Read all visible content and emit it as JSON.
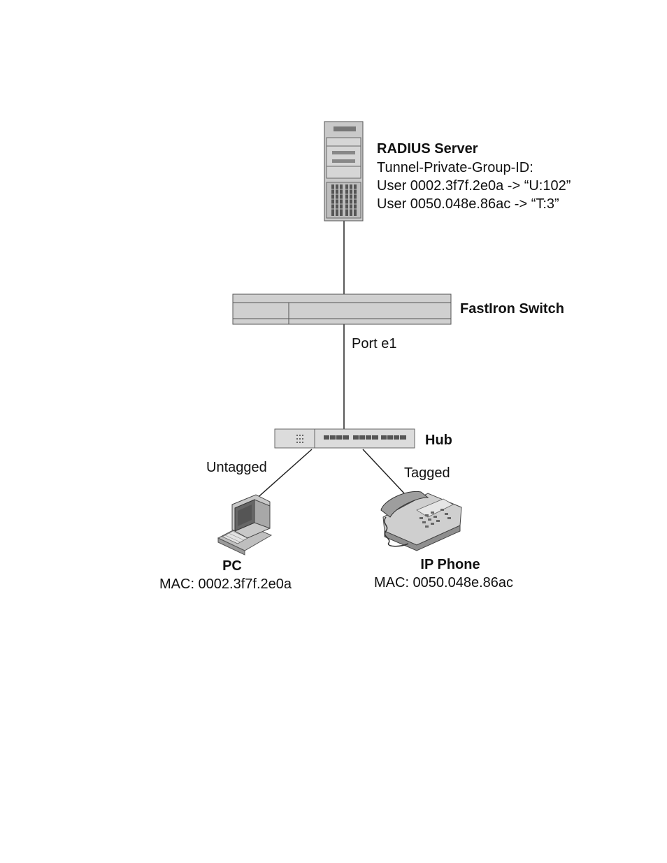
{
  "radius_server": {
    "title": "RADIUS Server",
    "attribute": "Tunnel-Private-Group-ID:",
    "user1": "User 0002.3f7f.2e0a -> “U:102”",
    "user2": "User 0050.048e.86ac -> “T:3”"
  },
  "switch": {
    "label": "FastIron Switch",
    "port": "Port e1"
  },
  "hub": {
    "label": "Hub"
  },
  "links": {
    "untagged": "Untagged",
    "tagged": "Tagged"
  },
  "pc": {
    "title": "PC",
    "mac": "MAC: 0002.3f7f.2e0a"
  },
  "phone": {
    "title": "IP Phone",
    "mac": "MAC: 0050.048e.86ac"
  }
}
